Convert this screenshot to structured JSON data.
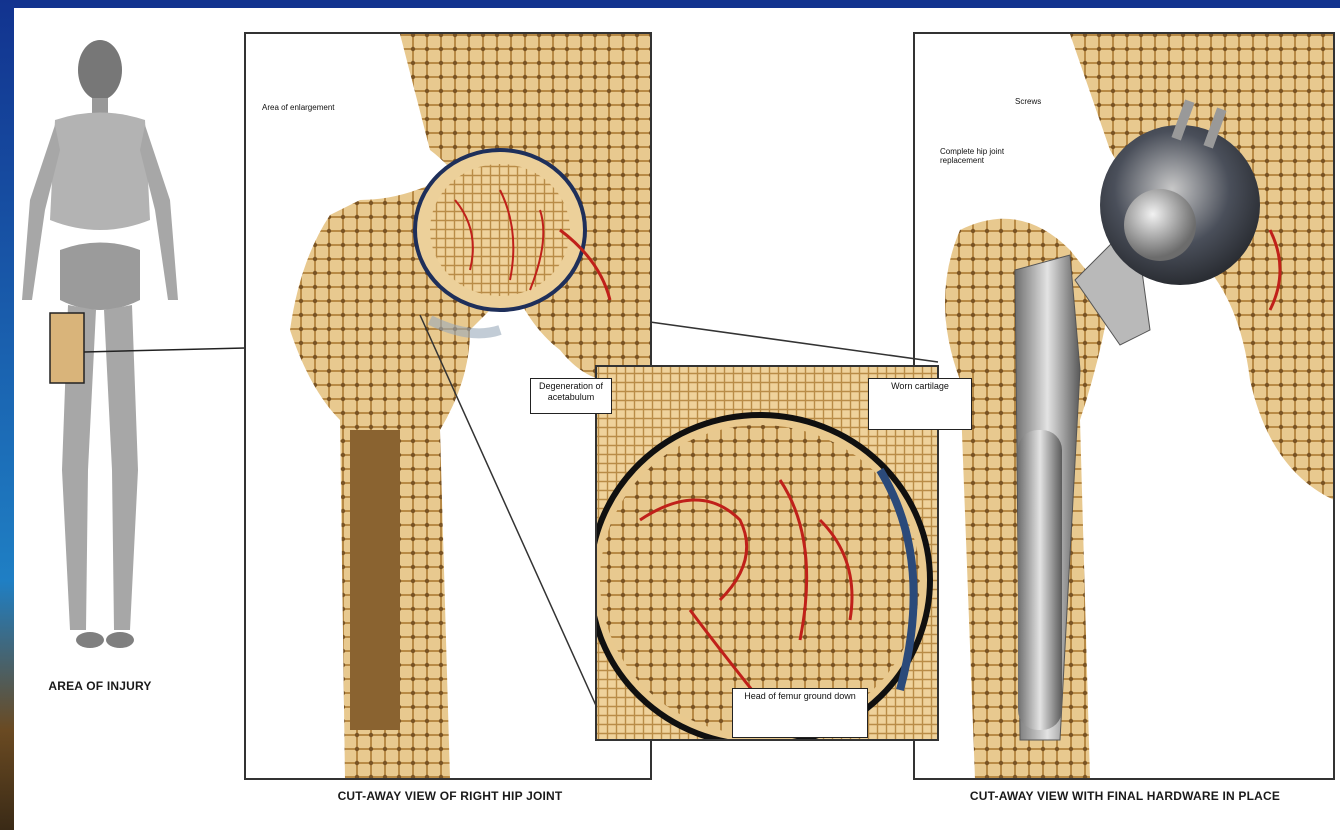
{
  "labels": {
    "enlargement": "Area of enlargement",
    "screws": "Screws",
    "complete_hip": "Complete hip joint replacement"
  },
  "callouts": {
    "degeneration": "Degeneration of acetabulum",
    "worn_cartilage": "Worn cartilage",
    "femur_head": "Head of femur ground down"
  },
  "captions": {
    "injury": "AREA OF INJURY",
    "hip_joint": "CUT-AWAY VIEW OF RIGHT HIP JOINT",
    "hardware": "CUT-AWAY VIEW WITH FINAL HARDWARE IN PLACE"
  },
  "colors": {
    "frame": "#12338f",
    "bone": "#e8c98f",
    "vessel": "#c0201a"
  }
}
